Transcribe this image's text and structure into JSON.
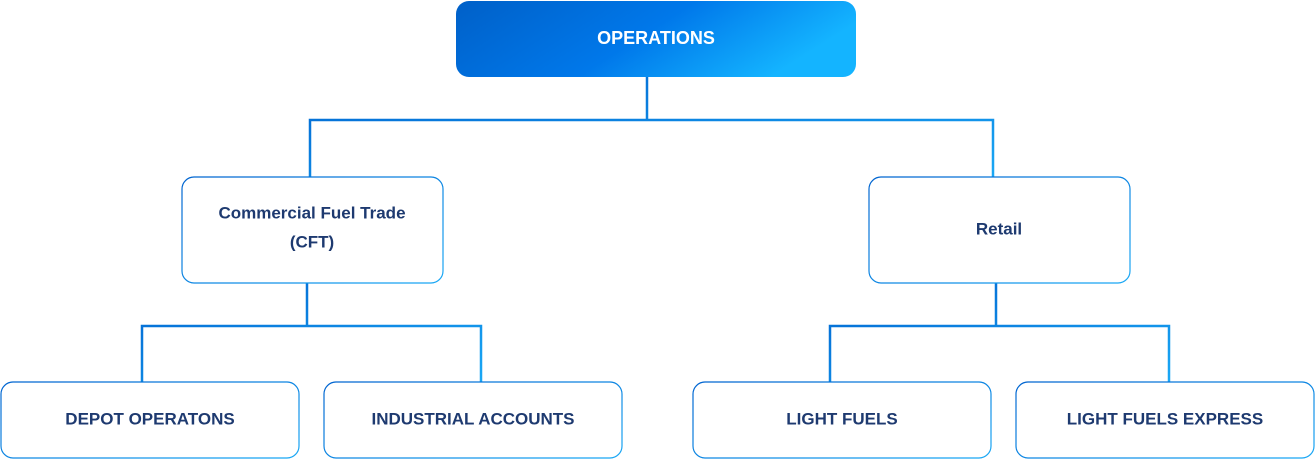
{
  "root": {
    "label": "OPERATIONS"
  },
  "divisions": [
    {
      "label_line1": "Commercial Fuel Trade",
      "label_line2": "(CFT)",
      "children": [
        "DEPOT OPERATONS",
        "INDUSTRIAL ACCOUNTS"
      ]
    },
    {
      "label_line1": "Retail",
      "children": [
        "LIGHT FUELS",
        "LIGHT FUELS EXPRESS"
      ]
    }
  ],
  "colors": {
    "gradient_start": "#0060c8",
    "gradient_end": "#14b4ff",
    "text": "#1e3a70"
  }
}
